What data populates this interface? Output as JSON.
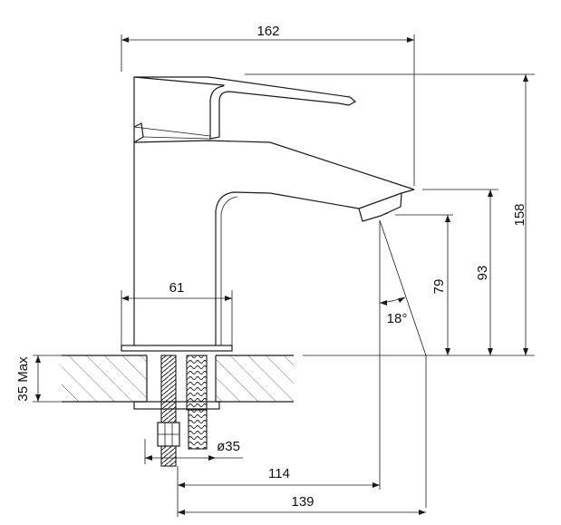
{
  "dimensions": {
    "overall_width": "162",
    "overall_height": "158",
    "spout_height_top": "93",
    "spout_outlet_height": "79",
    "body_offset": "61",
    "spout_angle": "18°",
    "max_deck_thickness": "35 Max",
    "fixing_diameter": "ø35",
    "reach_outlet": "114",
    "reach_spout_tip": "139"
  }
}
